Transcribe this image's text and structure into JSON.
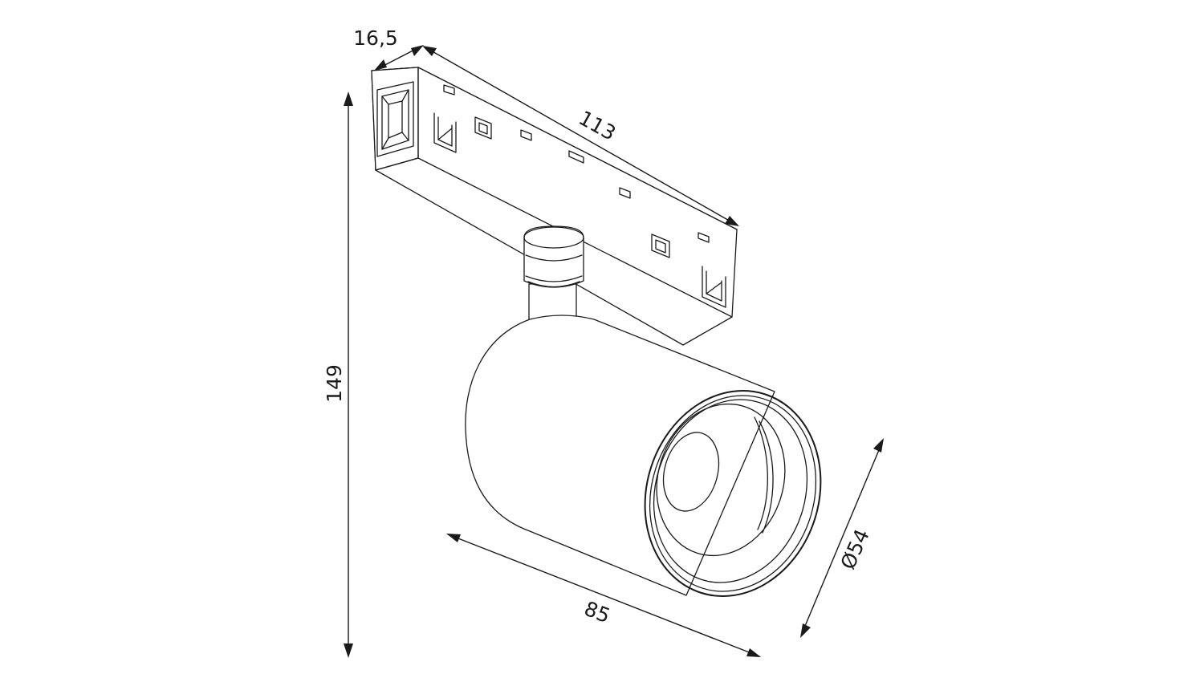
{
  "dimensions": {
    "width_label": "16,5",
    "length_label": "113",
    "height_label": "149",
    "depth_label": "85",
    "diameter_label": "Ø54"
  },
  "colors": {
    "line": "#1a1a1a",
    "background": "#ffffff"
  }
}
